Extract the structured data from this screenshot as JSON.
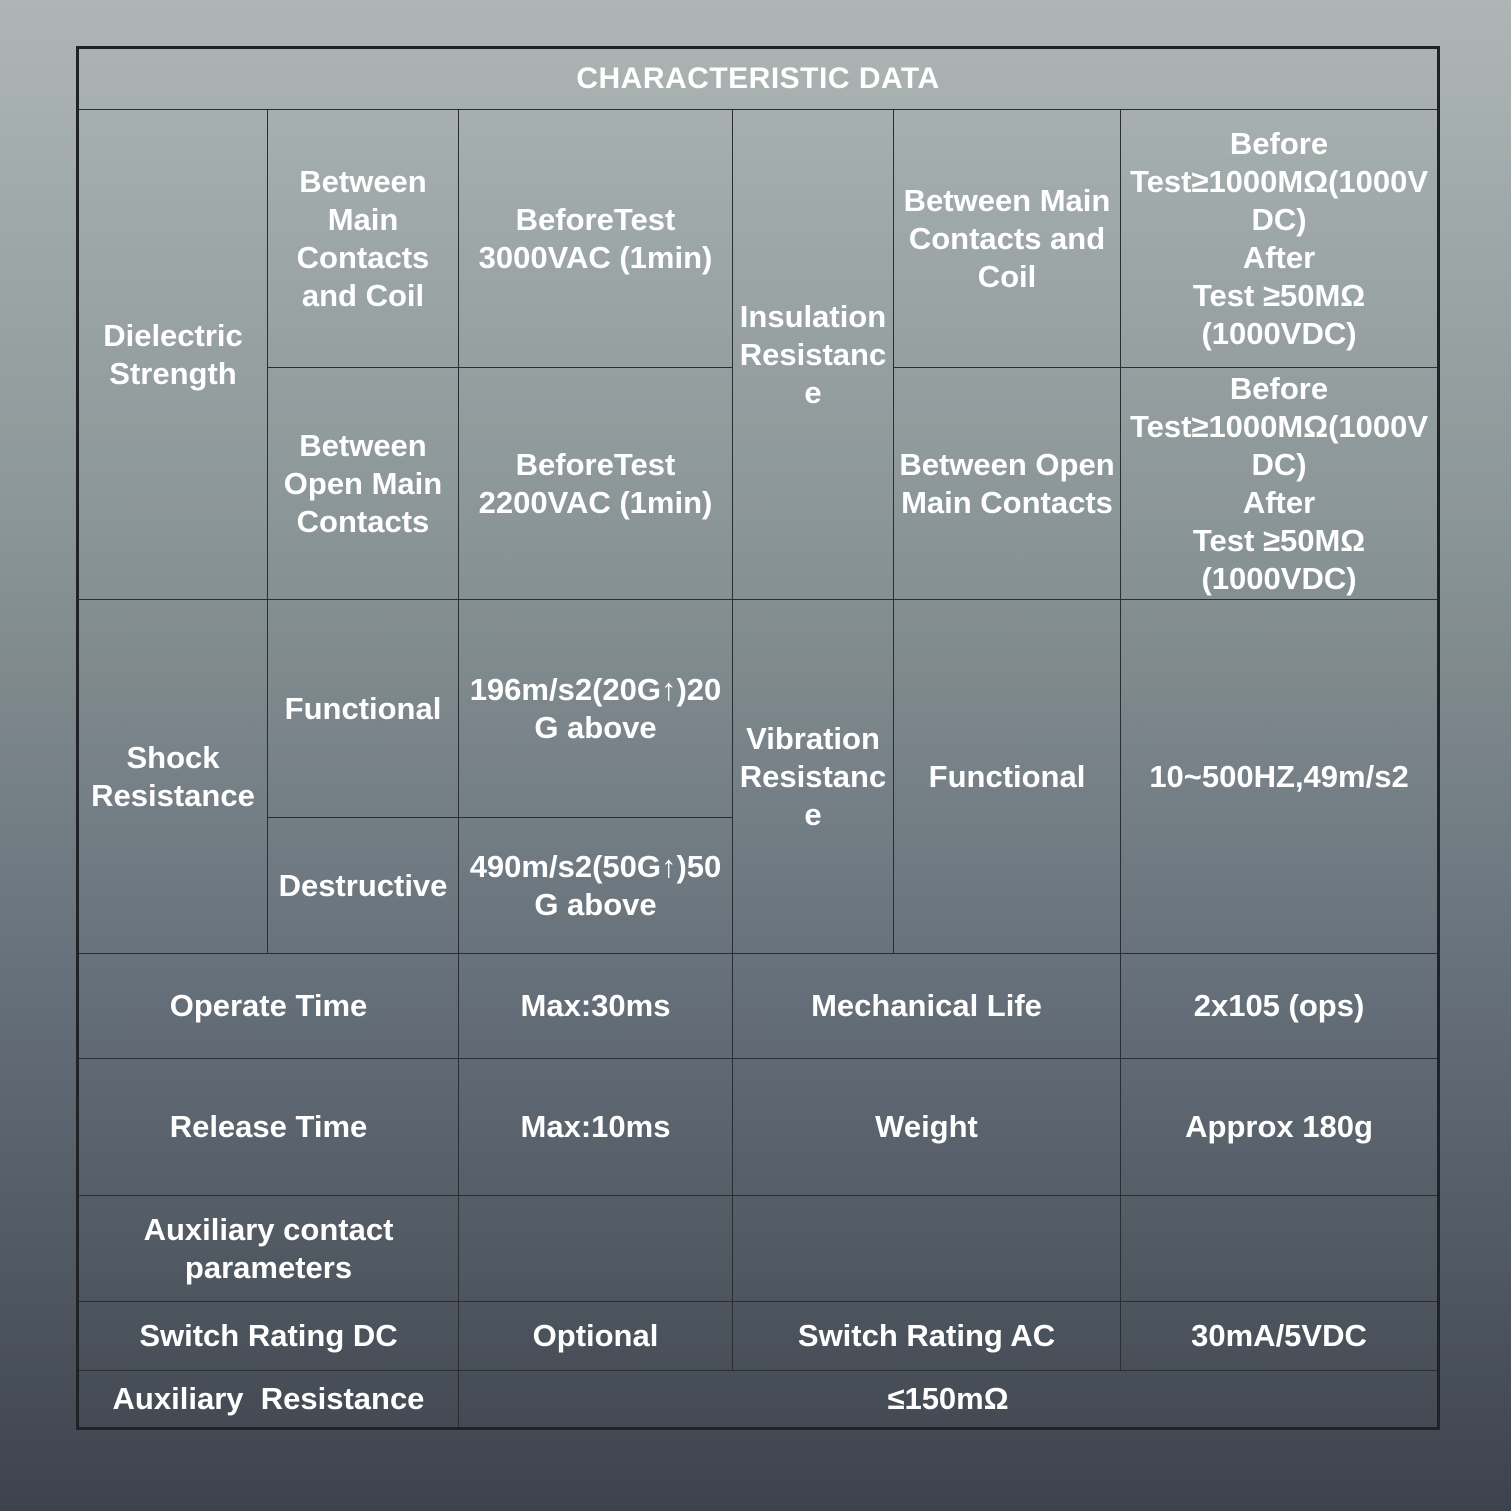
{
  "table": {
    "title": "CHARACTERISTIC DATA",
    "dielectric": {
      "label": "Dielectric Strength",
      "row1": {
        "between": "Between Main Contacts and Coil",
        "value": "BeforeTest 3000VAC (1min)"
      },
      "row2": {
        "between": "Between Open Main Contacts",
        "value": "BeforeTest 2200VAC (1min)"
      }
    },
    "insulation": {
      "label": "Insulation Resistance",
      "row1": {
        "between": "Between Main Contacts and Coil",
        "value_lines": [
          "Before",
          "Test≥1000MΩ(1000V",
          "DC)",
          "After",
          "Test ≥50MΩ",
          "(1000VDC)"
        ]
      },
      "row2": {
        "between": "Between Open Main Contacts",
        "value_lines": [
          "Before",
          "Test≥1000MΩ(1000V",
          "DC)",
          "After",
          "Test ≥50MΩ",
          "(1000VDC)"
        ]
      }
    },
    "shock": {
      "label": "Shock Resistance",
      "functional_label": "Functional",
      "functional_value": "196m/s2(20G↑)20 G above",
      "destructive_label": "Destructive",
      "destructive_value": "490m/s2(50G↑)50 G above"
    },
    "vibration": {
      "label": "Vibration Resistance",
      "functional_label": "Functional",
      "value": "10~500HZ,49m/s2"
    },
    "operate_time": {
      "label": "Operate Time",
      "value": "Max:30ms"
    },
    "mechanical_life": {
      "label": "Mechanical Life",
      "value": "2x105 (ops)"
    },
    "release_time": {
      "label": "Release Time",
      "value": "Max:10ms"
    },
    "weight": {
      "label": "Weight",
      "value": "Approx 180g"
    },
    "auxiliary_params": {
      "label": "Auxiliary contact parameters"
    },
    "switch_dc": {
      "label": "Switch Rating DC",
      "value": "Optional"
    },
    "switch_ac": {
      "label": "Switch Rating AC",
      "value": "30mA/5VDC"
    },
    "aux_resistance": {
      "label": "Auxiliary  Resistance",
      "value": "≤150mΩ"
    }
  }
}
